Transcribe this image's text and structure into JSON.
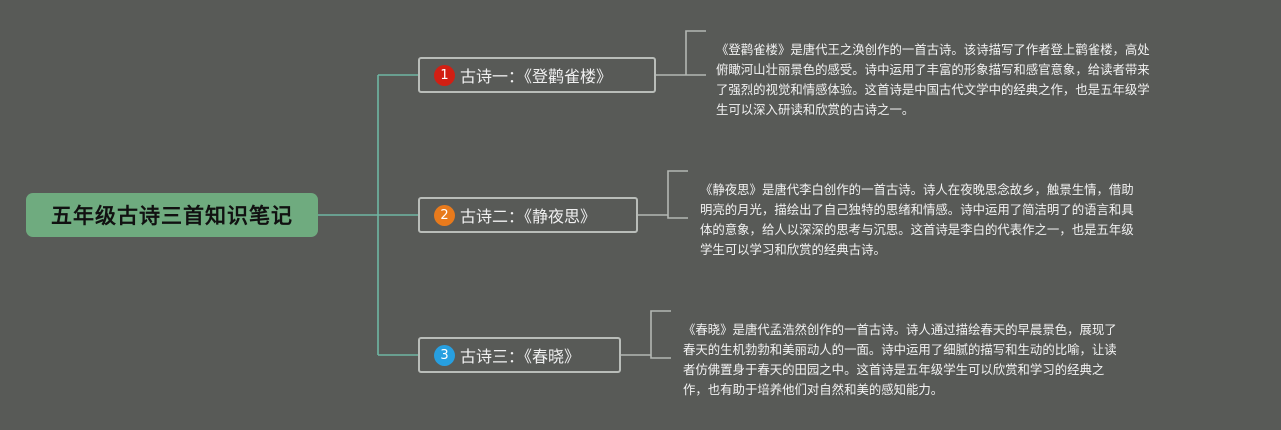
{
  "root": {
    "title": "五年级古诗三首知识笔记"
  },
  "branches": [
    {
      "badge": "1",
      "badge_color": "#d21f13",
      "title": "古诗一：《登鹳雀楼》",
      "lines": [
        "《登鹳雀楼》是唐代王之涣创作的一首古诗。该诗描写了作者登上鹳雀楼，高处",
        "俯瞰河山壮丽景色的感受。诗中运用了丰富的形象描写和感官意象，给读者带来",
        "了强烈的视觉和情感体验。这首诗是中国古代文学中的经典之作，也是五年级学",
        "生可以深入研读和欣赏的古诗之一。"
      ]
    },
    {
      "badge": "2",
      "badge_color": "#e87a1c",
      "title": "古诗二：《静夜思》",
      "lines": [
        "《静夜思》是唐代李白创作的一首古诗。诗人在夜晚思念故乡，触景生情，借助",
        "明亮的月光，描绘出了自己独特的思绪和情感。诗中运用了简洁明了的语言和具",
        "体的意象，给人以深深的思考与沉思。这首诗是李白的代表作之一，也是五年级",
        "学生可以学习和欣赏的经典古诗。"
      ]
    },
    {
      "badge": "3",
      "badge_color": "#279fe0",
      "title": "古诗三：《春晓》",
      "lines": [
        "《春晓》是唐代孟浩然创作的一首古诗。诗人通过描绘春天的早晨景色，展现了",
        "春天的生机勃勃和美丽动人的一面。诗中运用了细腻的描写和生动的比喻，让读",
        "者仿佛置身于春天的田园之中。这首诗是五年级学生可以欣赏和学习的经典之",
        "作，也有助于培养他们对自然和美的感知能力。"
      ]
    }
  ]
}
